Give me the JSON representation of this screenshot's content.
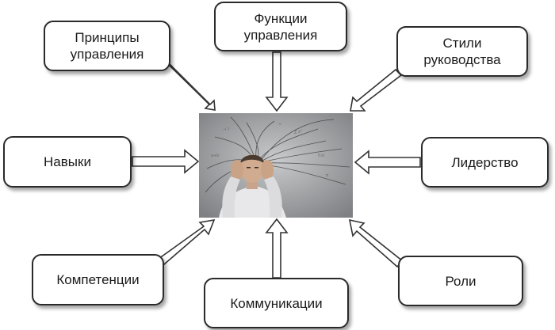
{
  "diagram": {
    "center": {
      "image_kind": "photo-thinking-man"
    },
    "nodes": [
      {
        "id": "principles",
        "lines": [
          "Принципы",
          "управления"
        ]
      },
      {
        "id": "functions",
        "lines": [
          "Функции",
          "управления"
        ]
      },
      {
        "id": "styles",
        "lines": [
          "Стили",
          "руководства"
        ]
      },
      {
        "id": "skills",
        "lines": [
          "Навыки"
        ]
      },
      {
        "id": "leadership",
        "lines": [
          "Лидерство"
        ]
      },
      {
        "id": "competence",
        "lines": [
          "Компетенции"
        ]
      },
      {
        "id": "communications",
        "lines": [
          "Коммуникации"
        ]
      },
      {
        "id": "roles",
        "lines": [
          "Роли"
        ]
      }
    ],
    "colors": {
      "box_border": "#2a2a2a",
      "arrow_fill": "#ffffff",
      "arrow_stroke": "#333333",
      "text": "#1a1a1a"
    }
  }
}
